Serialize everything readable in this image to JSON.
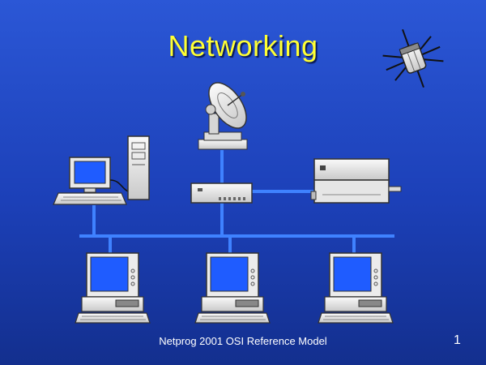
{
  "slide": {
    "title": "Networking",
    "footer": "Netprog 2001  OSI Reference Model",
    "page_number": "1"
  },
  "colors": {
    "background_top": "#2b57d6",
    "background_bottom": "#132f8e",
    "title": "#ffff33",
    "network_line": "#3f82ff",
    "screen": "#1f5cff",
    "device_body": "#ececec"
  },
  "icons": [
    "satellite-icon",
    "satellite-dish-icon",
    "desktop-computer-icon",
    "tower-case-icon",
    "network-hub-icon",
    "printer-icon",
    "workstation-icon"
  ]
}
